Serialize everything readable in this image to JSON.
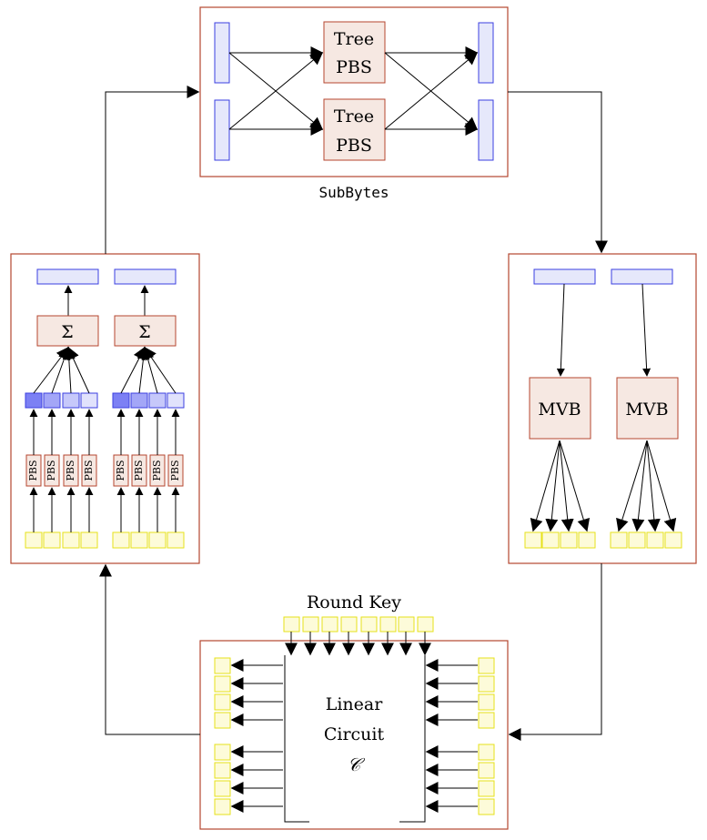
{
  "subbytes": {
    "caption": "SubBytes",
    "tree_pbs_label_line1": "Tree",
    "tree_pbs_label_line2": "PBS"
  },
  "aggregation": {
    "sigma_label": "Σ",
    "pbs_label": "PBS"
  },
  "mvb": {
    "label": "MVB"
  },
  "linear": {
    "round_key_label": "Round Key",
    "circuit_line1": "Linear",
    "circuit_line2": "Circuit",
    "circuit_symbol": "𝒞"
  },
  "colors": {
    "frame": "#b5462f",
    "box_fill": "#f6e8e2",
    "register_fill": "#e6e8fb",
    "register_stroke": "#3b3fe0",
    "key_fill": "#fdfbd9",
    "key_stroke": "#e6e21a",
    "weight_fills": [
      "#7c80f4",
      "#a3a6f7",
      "#c6c8fa",
      "#e1e2fc"
    ]
  }
}
